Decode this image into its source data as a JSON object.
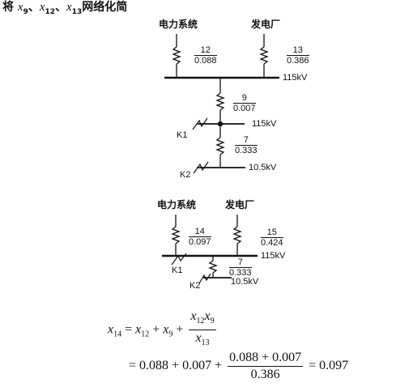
{
  "title": {
    "lead": "将",
    "x": "x",
    "s9": "9",
    "sep": "、",
    "s12": "12",
    "s13": "13",
    "tail": "网络化简"
  },
  "d1": {
    "source1": "电力系统",
    "source2": "发电厂",
    "b12": {
      "num": "12",
      "den": "0.088"
    },
    "b13": {
      "num": "13",
      "den": "0.386"
    },
    "b9": {
      "num": "9",
      "den": "0.007"
    },
    "b7": {
      "num": "7",
      "den": "0.333"
    },
    "bus1": "115kV",
    "bus2": "115kV",
    "bus3": "10.5kV",
    "k1": "K1",
    "k2": "K2"
  },
  "d2": {
    "source1": "电力系统",
    "source2": "发电厂",
    "b14": {
      "num": "14",
      "den": "0.097"
    },
    "b15": {
      "num": "15",
      "den": "0.424"
    },
    "b7": {
      "num": "7",
      "den": "0.333"
    },
    "bus1": "115kV",
    "bus2": "10.5kV",
    "k1": "K1",
    "k2": "K2"
  },
  "eq1": {
    "x": "x",
    "s14": "14",
    "s12": "12",
    "s9": "9",
    "s13": "13",
    "eqsign": "=",
    "plus": "+"
  },
  "eq2": {
    "eqsign": "=",
    "a": "0.088",
    "plus": "+",
    "b": "0.007",
    "num": "0.088 + 0.007",
    "den": "0.386",
    "result_eq": "=",
    "result": "0.097"
  }
}
